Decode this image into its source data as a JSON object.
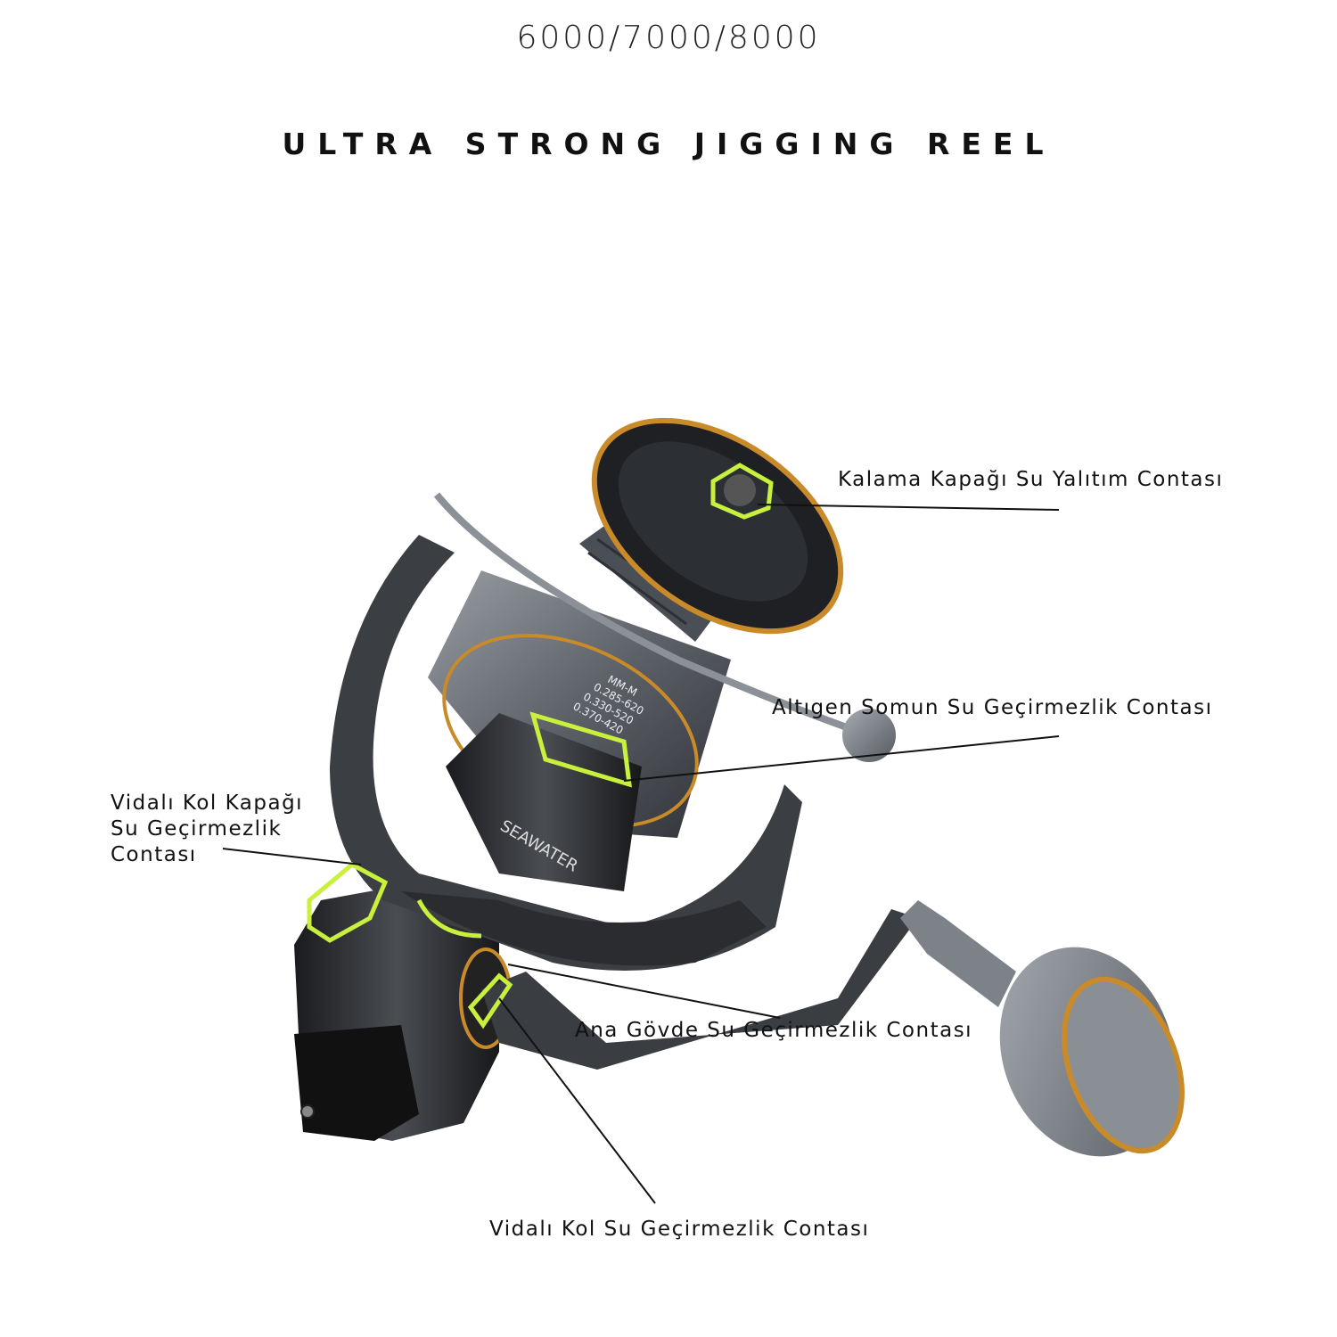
{
  "header": {
    "sizes": "6000/7000/8000",
    "title": "ULTRA STRONG JIGGING REEL"
  },
  "reel": {
    "spool_markings": [
      "MM-M",
      "0.285-620",
      "0.330-520",
      "0.370-420"
    ],
    "brand_text": "SEAWATER",
    "highlight_color": "#c8f03c",
    "accent_color": "#c98a2a",
    "metal_color": "#6f737a"
  },
  "callouts": [
    {
      "id": "drag-cap-seal",
      "label": "Kalama Kapağı Su Yalıtım Contası"
    },
    {
      "id": "hex-nut-seal",
      "label": "Altıgen Somun Su Geçirmezlik Contası"
    },
    {
      "id": "handle-cap-seal",
      "lines": [
        "Vidalı Kol Kapağı",
        "Su Geçirmezlik",
        "Contası"
      ]
    },
    {
      "id": "body-seal",
      "label": "Ana Gövde Su Geçirmezlik Contası"
    },
    {
      "id": "handle-seal",
      "label": "Vidalı Kol Su Geçirmezlik Contası"
    }
  ]
}
